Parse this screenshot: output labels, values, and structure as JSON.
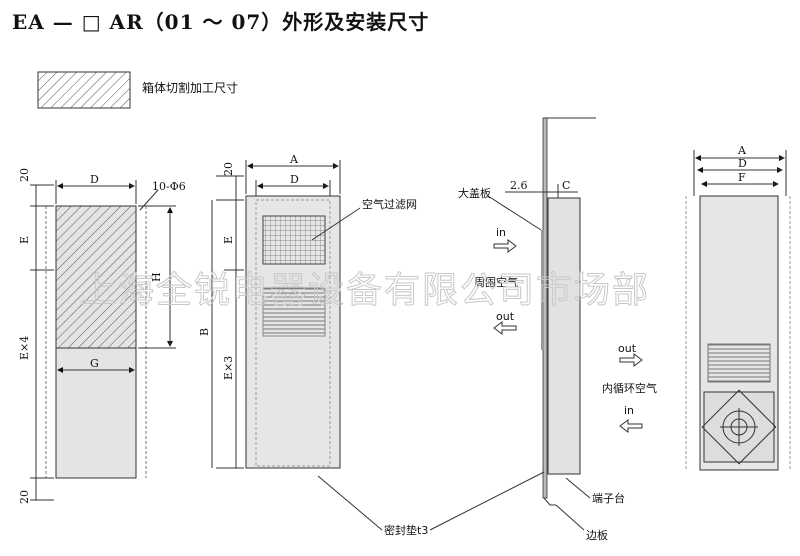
{
  "title": "EA — □ AR（01 ～ 07）外形及安装尺寸",
  "legend": {
    "text": "箱体切割加工尺寸"
  },
  "watermark": "上海全锐电器设备有限公司市场部",
  "dims": {
    "A": "A",
    "D": "D",
    "C": "C",
    "F": "F",
    "E": "E",
    "G": "G",
    "H": "H",
    "B": "B",
    "twenty": "20",
    "ex4": "E×4",
    "ex3": "E×3",
    "hole": "10-Φ6",
    "thickness": "2.6"
  },
  "callouts": {
    "filter": "空气过滤网",
    "cover": "大盖板",
    "ambient_air": "周围空气",
    "internal_air": "内循环空气",
    "terminal": "端子台",
    "edge_plate": "边板",
    "gasket": "密封垫t3",
    "in": "in",
    "out": "out"
  }
}
